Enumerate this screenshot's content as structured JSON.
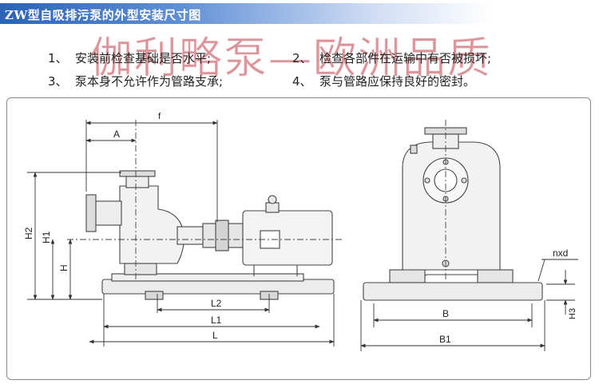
{
  "title": "ZW型自吸排污泵的外型安装尺寸图",
  "watermark": "伽利略泵—欧洲品质",
  "notes": [
    {
      "n1": "1、",
      "t1": "安装前检查基础是否水平;",
      "n2": "2、",
      "t2": "检查各部件在运输中有否被损坏;"
    },
    {
      "n1": "3、",
      "t1": "泵本身不允许作为管路支承;",
      "n2": "4、",
      "t2": "泵与管路应保持良好的密封。"
    }
  ],
  "dimensions": {
    "f": "f",
    "A": "A",
    "H2": "H2",
    "H1": "H1",
    "H": "H",
    "L2": "L2",
    "L1": "L1",
    "L": "L",
    "nxd": "nxd",
    "H3": "H3",
    "B": "B",
    "B1": "B1"
  },
  "colors": {
    "title_bar_start": "#2a63b6",
    "title_bar_end": "#ffffff",
    "watermark": "#be3c46"
  }
}
